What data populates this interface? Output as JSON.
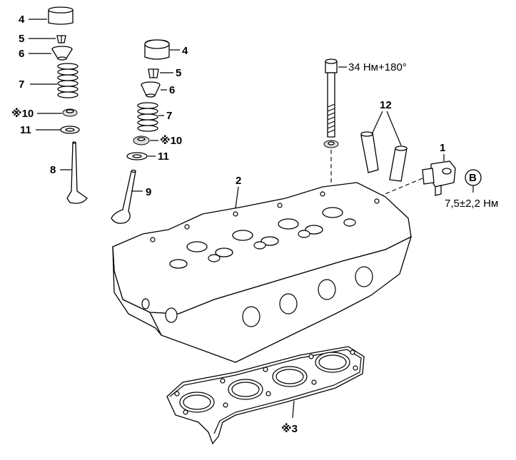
{
  "labels": {
    "tappet_left": "4",
    "keeper_left": "5",
    "retainer_left": "6",
    "spring_left": "7",
    "seal_left": "※10",
    "seat_left": "11",
    "valve_intake": "8",
    "tappet_right": "4",
    "keeper_right": "5",
    "retainer_right": "6",
    "spring_right": "7",
    "seal_right": "※10",
    "seat_right": "11",
    "valve_exhaust": "9",
    "head": "2",
    "dowels": "12",
    "sensor": "1",
    "gasket": "※3",
    "circle_b": "B"
  },
  "specs": {
    "bolt_torque": "34 Нм+180°",
    "sensor_torque": "7,5±2,2 Нм"
  }
}
